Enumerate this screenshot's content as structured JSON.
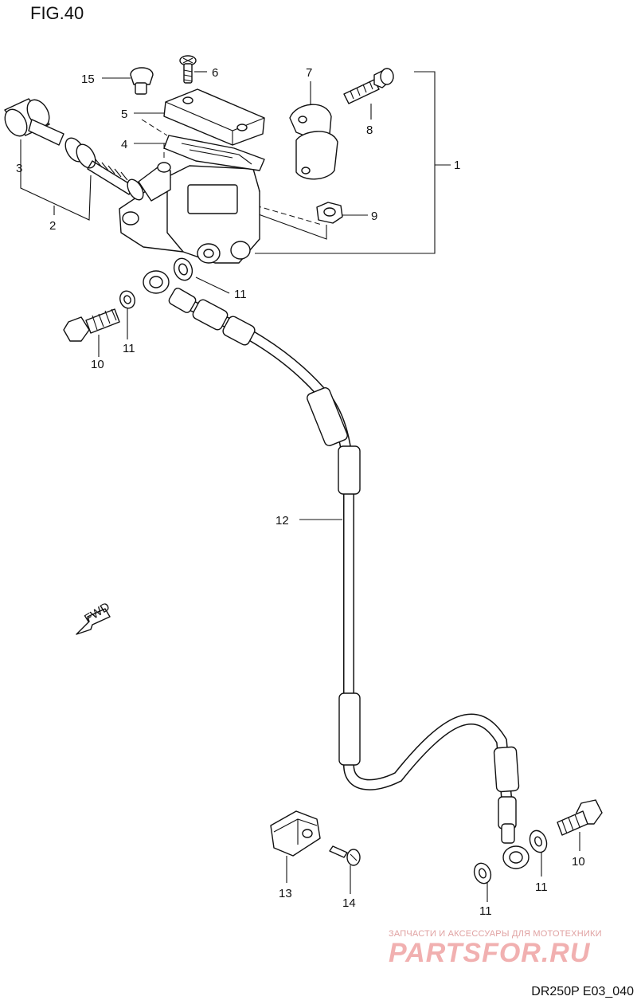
{
  "figure": {
    "title": "FIG.40",
    "code": "DR250P E03_040"
  },
  "watermark": {
    "line": "ЗАПЧАСТИ И АКСЕССУАРЫ ДЛЯ МОТОТЕХНИКИ",
    "logo": "PARTSFOR.RU"
  },
  "fwd_label": "FWD",
  "callouts": [
    {
      "id": "1",
      "text": "1"
    },
    {
      "id": "2",
      "text": "2"
    },
    {
      "id": "3",
      "text": "3"
    },
    {
      "id": "4",
      "text": "4"
    },
    {
      "id": "5",
      "text": "5"
    },
    {
      "id": "6",
      "text": "6"
    },
    {
      "id": "7",
      "text": "7"
    },
    {
      "id": "8",
      "text": "8"
    },
    {
      "id": "9",
      "text": "9"
    },
    {
      "id": "10a",
      "text": "10"
    },
    {
      "id": "11a",
      "text": "11"
    },
    {
      "id": "11b",
      "text": "11"
    },
    {
      "id": "12",
      "text": "12"
    },
    {
      "id": "13",
      "text": "13"
    },
    {
      "id": "14",
      "text": "14"
    },
    {
      "id": "15",
      "text": "15"
    },
    {
      "id": "11c",
      "text": "11"
    },
    {
      "id": "11d",
      "text": "11"
    },
    {
      "id": "10b",
      "text": "10"
    }
  ]
}
